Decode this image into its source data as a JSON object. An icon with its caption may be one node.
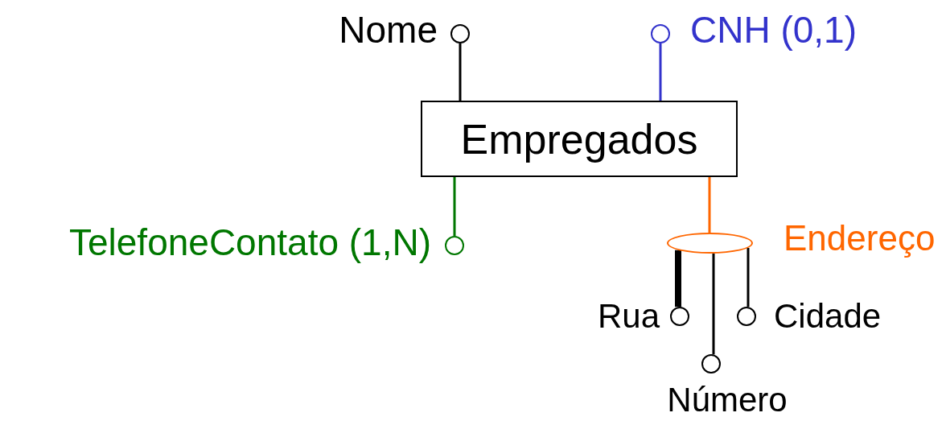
{
  "diagram": {
    "nodes": [
      {
        "text": [
          "Empregados"
        ]
      },
      {
        "text": [],
        "shape": "circle",
        "beside": [
          "Nome"
        ]
      },
      {
        "text": [],
        "shape": "circle",
        "beside": [
          "CNH (0,1)"
        ]
      },
      {
        "text": [],
        "shape": "circle",
        "beside": [
          "TelefoneContato (1,N)"
        ]
      },
      {
        "text": [],
        "shape": "ellipse",
        "beside": [
          "Endereço"
        ]
      },
      {
        "text": [],
        "shape": "circle",
        "beside": [
          "Rua"
        ]
      },
      {
        "text": [],
        "shape": "circle",
        "beside": [
          "Número"
        ]
      },
      {
        "text": [],
        "shape": "circle",
        "beside": [
          "Cidade"
        ]
      }
    ],
    "edges": [
      {
        "from": 0,
        "to": 1,
        "arrow": "none"
      },
      {
        "from": 0,
        "to": 2,
        "arrow": "none",
        "color": "#3333cc"
      },
      {
        "from": 0,
        "to": 3,
        "arrow": "none",
        "color": "#007700"
      },
      {
        "from": 0,
        "to": 4,
        "arrow": "none",
        "color": "#ff6600"
      },
      {
        "from": 4,
        "to": 5,
        "arrow": "none",
        "style": "thick"
      },
      {
        "from": 4,
        "to": 6,
        "arrow": "none"
      },
      {
        "from": 4,
        "to": 7,
        "arrow": "none"
      }
    ]
  }
}
